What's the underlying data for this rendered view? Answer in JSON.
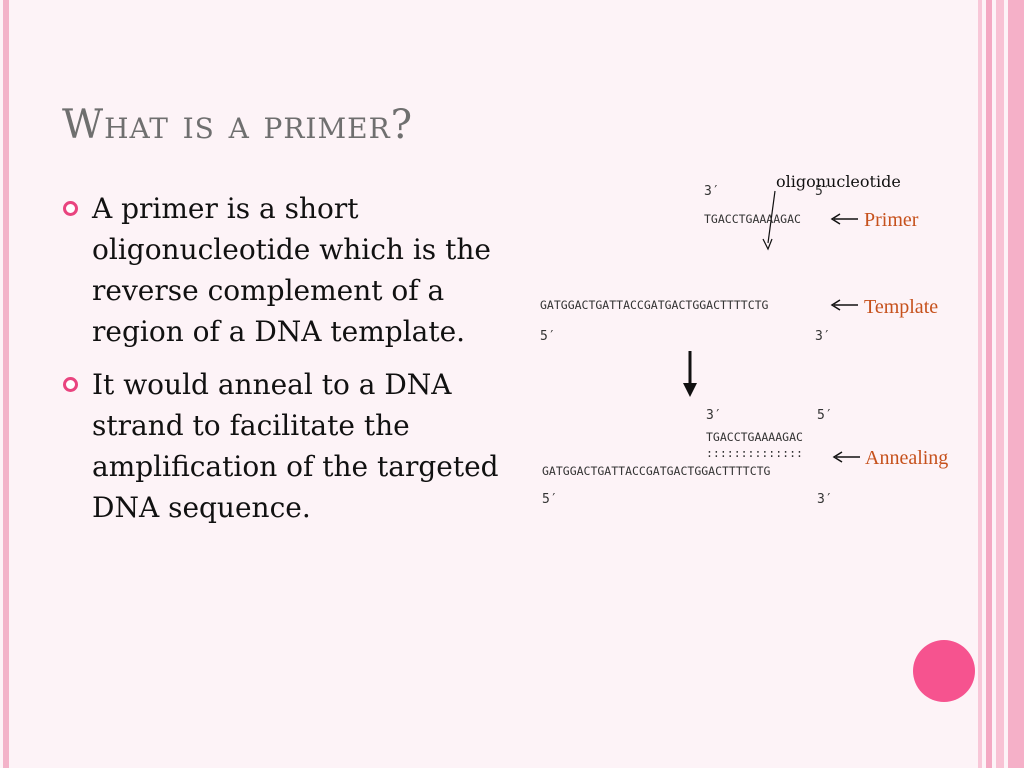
{
  "slide": {
    "title": "What is a primer?",
    "bullets": [
      "A primer is a short oligonucleotide which is the reverse complement of a region of a DNA template.",
      "It would anneal to a DNA strand to facilitate the amplification of the targeted DNA sequence."
    ]
  },
  "diagram": {
    "annotation": "oligonucleotide",
    "primer": {
      "end_left": "3′",
      "end_right": "5′",
      "sequence": "TGACCTGAAAAGAC",
      "label": "Primer"
    },
    "template": {
      "sequence": "GATGGACTGATTACCGATGACTGGACTTTTCTG",
      "end_left": "5′",
      "end_right": "3′",
      "label": "Template"
    },
    "annealing": {
      "primer_end_left": "3′",
      "primer_end_right": "5′",
      "primer_sequence": "TGACCTGAAAAGAC",
      "pairing": "::::::::::::::",
      "template_sequence": "GATGGACTGATTACCGATGACTGGACTTTTCTG",
      "template_end_left": "5′",
      "template_end_right": "3′",
      "label": "Annealing"
    }
  },
  "colors": {
    "accent": "#f6538f",
    "bullet": "#e9447f",
    "label": "#c6511c",
    "title": "#6f6f6f"
  }
}
